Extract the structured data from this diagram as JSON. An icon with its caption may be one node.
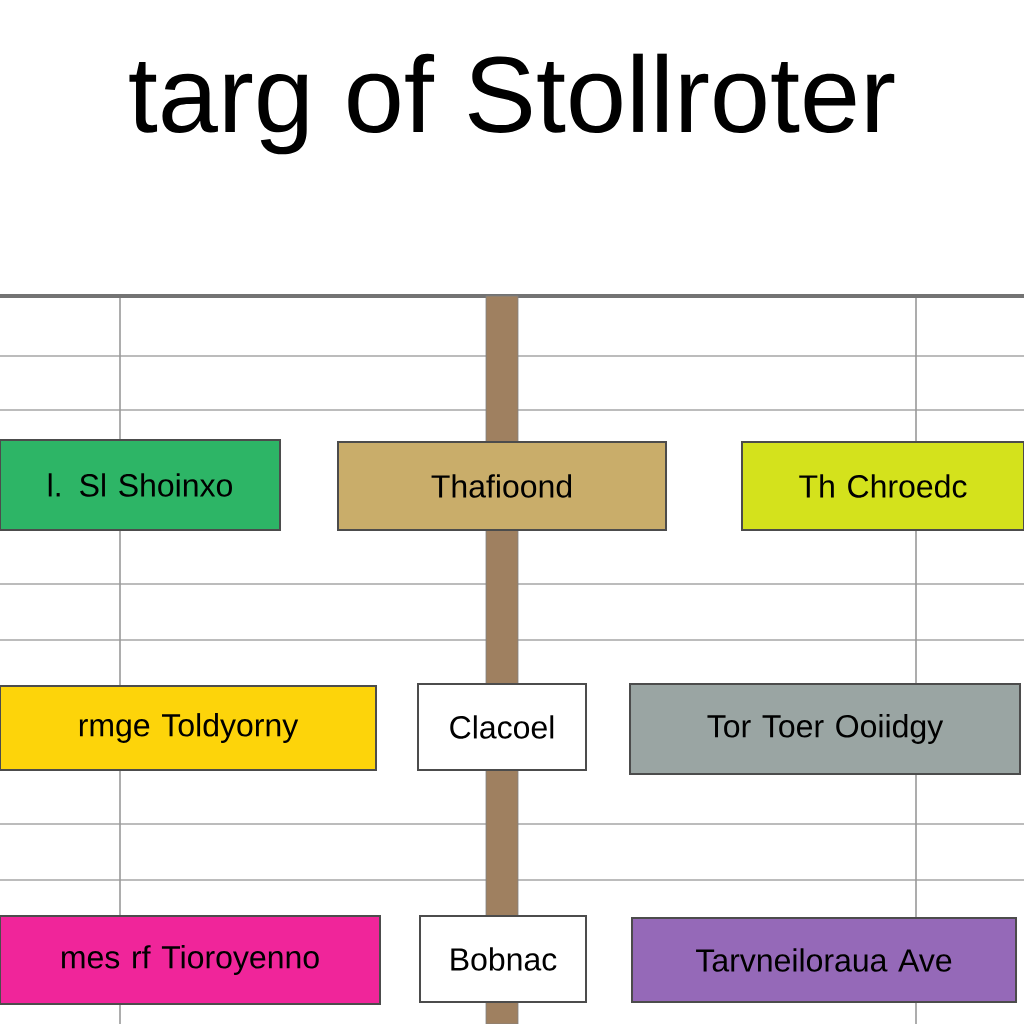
{
  "diagram": {
    "title": "targ of Stollroter",
    "nodes": [
      {
        "text": [
          "l. Sl Shoinxo"
        ]
      },
      {
        "text": [
          "Thafioond"
        ]
      },
      {
        "text": [
          "Th Chroedc"
        ]
      },
      {
        "text": [
          "rmge Toldyorny"
        ]
      },
      {
        "text": [
          "Clacoel"
        ]
      },
      {
        "text": [
          "Tor Toer Ooiidgy"
        ]
      },
      {
        "text": [
          "mes rf Tioroyenno"
        ]
      },
      {
        "text": [
          "Bobnac"
        ]
      },
      {
        "text": [
          "Tarvneiloraua Ave"
        ]
      }
    ]
  }
}
